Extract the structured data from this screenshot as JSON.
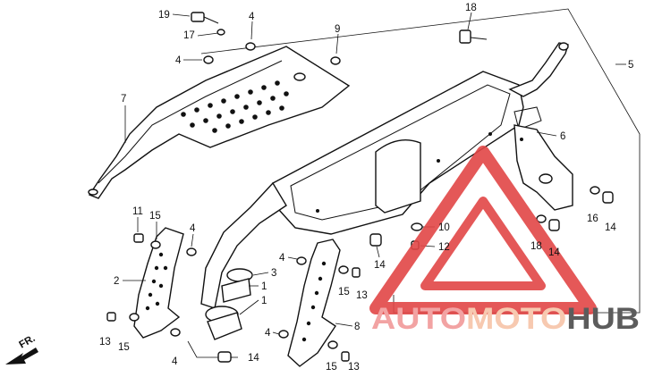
{
  "watermark": {
    "text_prefix": "AUTO",
    "text_middle": "MOTO",
    "text_suffix": "HUB",
    "prefix_color": "#f2a3a3",
    "middle_color": "#f7c9b0",
    "suffix_color": "#5c5c5c",
    "logo_color": "#e24646"
  },
  "direction_label": "FR.",
  "callouts": {
    "c19": "19",
    "c4a": "4",
    "c17": "17",
    "c4b": "4",
    "c9": "9",
    "c18": "18",
    "c5": "5",
    "c7": "7",
    "c6": "6",
    "c11": "11",
    "c15a": "15",
    "c4c": "4",
    "c2": "2",
    "c3": "3",
    "c1a": "1",
    "c1b": "1",
    "c4d": "4",
    "c15b": "15",
    "c13a": "13",
    "c10": "10",
    "c12": "12",
    "c14a": "14",
    "c16": "16",
    "c14b": "14",
    "c18b": "18",
    "c14c": "14",
    "c13b": "13",
    "c15c": "15",
    "c4e": "4",
    "c14d": "14",
    "c4f": "4",
    "c8": "8",
    "c15d": "15",
    "c13c": "13"
  }
}
